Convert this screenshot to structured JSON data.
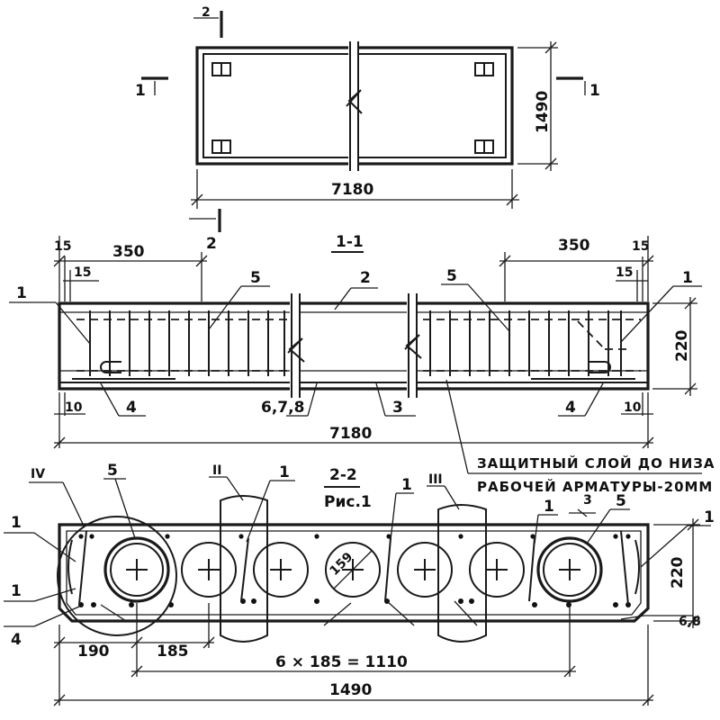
{
  "plan": {
    "width_dim": "7180",
    "height_dim": "1490",
    "section_mark": "1",
    "cut_mark": "2"
  },
  "section_1_1": {
    "title": "1-1",
    "dim_left_edge": "15",
    "dim_left_span": "350",
    "dim_left_inner": "15",
    "dim_right_span": "350",
    "dim_right_edge": "15",
    "dim_right_inner": "15",
    "dim_height": "220",
    "dim_bottom_left": "10",
    "dim_bottom_right": "10",
    "dim_length": "7180",
    "cut_mark": "2",
    "callouts": {
      "c1_left": "1",
      "c5_left": "5",
      "c2": "2",
      "c5_right": "5",
      "c1_right": "1",
      "c4_left": "4",
      "c678": "6,7,8",
      "c3": "3",
      "c4_right": "4"
    },
    "note_line1": "ЗАЩИТНЫЙ СЛОЙ ДО НИЗА",
    "note_line2": "РАБОЧЕЙ АРМАТУРЫ-20ММ"
  },
  "section_2_2": {
    "title": "2-2",
    "subtitle": "Рис.1",
    "node_IV": "IV",
    "node_II": "II",
    "node_III": "III",
    "callouts": {
      "c5_left": "5",
      "c1_II": "1",
      "c1_mid": "1",
      "c1_right_a": "1",
      "c3": "3",
      "c5_right": "5",
      "c1_far_right": "1",
      "c1_left_a": "1",
      "c1_left_b": "1",
      "c4": "4"
    },
    "hole_dia": "159",
    "dim_height": "220",
    "dim_68": "6,8",
    "dim_190": "190",
    "dim_185": "185",
    "dim_chain": "6 × 185 = 1110",
    "dim_total": "1490"
  }
}
